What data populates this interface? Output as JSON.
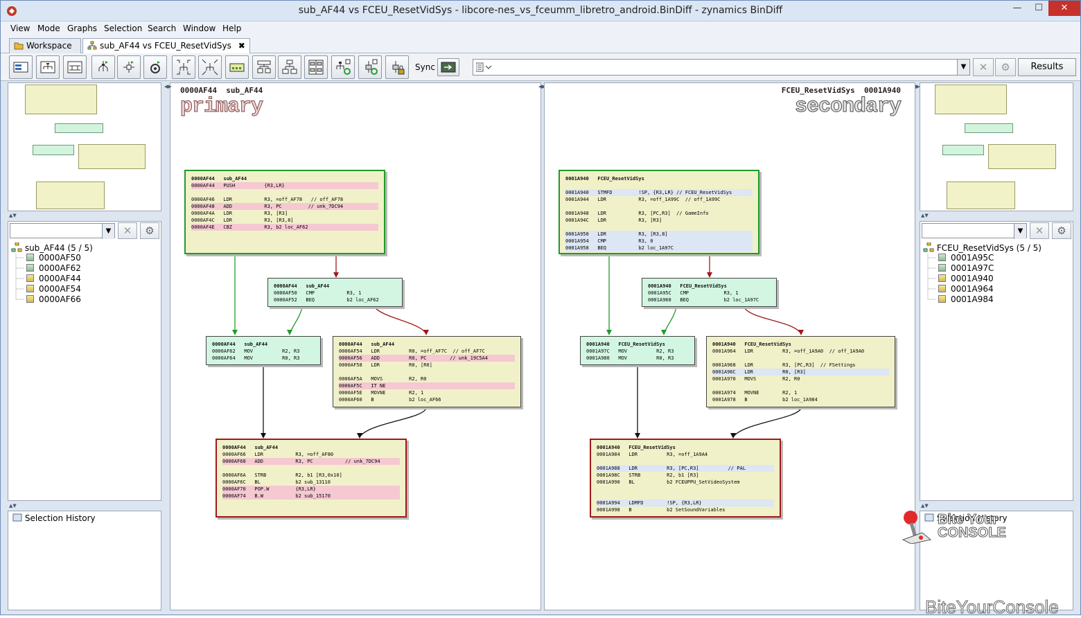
{
  "window": {
    "title": "sub_AF44 vs FCEU_ResetVidSys - libcore-nes_vs_fceumm_libretro_android.BinDiff - zynamics BinDiff",
    "min_label": "—",
    "max_label": "☐",
    "close_label": "✕"
  },
  "menu": [
    "View",
    "Mode",
    "Graphs",
    "Selection",
    "Search",
    "Window",
    "Help"
  ],
  "tabs": [
    {
      "label": "Workspace"
    },
    {
      "label": "sub_AF44 vs FCEU_ResetVidSys",
      "close": "✖"
    }
  ],
  "toolbar": {
    "sync_label": "Sync",
    "results_label": "Results",
    "clear_label": "✕",
    "settings_label": "⚙"
  },
  "left": {
    "tree_root": "sub_AF44 (5 / 5)",
    "items": [
      {
        "label": "0000AF50",
        "kind": "green"
      },
      {
        "label": "0000AF62",
        "kind": "green"
      },
      {
        "label": "0000AF44",
        "kind": "yellow"
      },
      {
        "label": "0000AF54",
        "kind": "yellow"
      },
      {
        "label": "0000AF66",
        "kind": "yellow"
      }
    ],
    "selection_history": "Selection History"
  },
  "right": {
    "tree_root": "FCEU_ResetVidSys (5 / 5)",
    "items": [
      {
        "label": "0001A95C",
        "kind": "green"
      },
      {
        "label": "0001A97C",
        "kind": "green"
      },
      {
        "label": "0001A940",
        "kind": "yellow"
      },
      {
        "label": "0001A964",
        "kind": "yellow"
      },
      {
        "label": "0001A984",
        "kind": "yellow"
      }
    ],
    "selection_history": "Selection History"
  },
  "primary": {
    "head_addr": "0000AF44",
    "head_name": "sub_AF44",
    "label": "primary"
  },
  "secondary": {
    "head_addr": "0001A940",
    "head_name": "FCEU_ResetVidSys",
    "label": "secondary"
  },
  "watermark": {
    "line1": "Bite Your",
    "line2": "CONSOLE",
    "corner": "BiteYourConsole"
  }
}
